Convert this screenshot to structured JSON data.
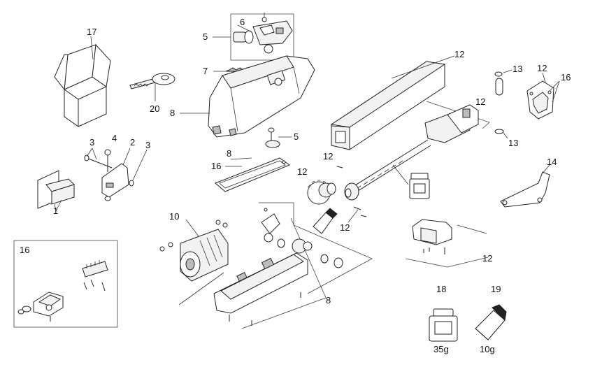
{
  "callouts": [
    {
      "id": "c17",
      "label": "17"
    },
    {
      "id": "c20",
      "label": "20"
    },
    {
      "id": "c5a",
      "label": "5"
    },
    {
      "id": "c6",
      "label": "6"
    },
    {
      "id": "c7",
      "label": "7"
    },
    {
      "id": "c8a",
      "label": "8"
    },
    {
      "id": "c5b",
      "label": "5"
    },
    {
      "id": "c8b",
      "label": "8"
    },
    {
      "id": "c16a",
      "label": "16"
    },
    {
      "id": "c3a",
      "label": "3"
    },
    {
      "id": "c4",
      "label": "4"
    },
    {
      "id": "c2",
      "label": "2"
    },
    {
      "id": "c3b",
      "label": "3"
    },
    {
      "id": "c1",
      "label": "1"
    },
    {
      "id": "c12a",
      "label": "12"
    },
    {
      "id": "c13a",
      "label": "13"
    },
    {
      "id": "c12b",
      "label": "12"
    },
    {
      "id": "c16b",
      "label": "16"
    },
    {
      "id": "c12c",
      "label": "12"
    },
    {
      "id": "c13b",
      "label": "13"
    },
    {
      "id": "c12d",
      "label": "12"
    },
    {
      "id": "c12e",
      "label": "12"
    },
    {
      "id": "c14",
      "label": "14"
    },
    {
      "id": "c12f",
      "label": "12"
    },
    {
      "id": "c10",
      "label": "10"
    },
    {
      "id": "c16c",
      "label": "16"
    },
    {
      "id": "c12g",
      "label": "12"
    },
    {
      "id": "c8c",
      "label": "8"
    },
    {
      "id": "c18",
      "label": "18"
    },
    {
      "id": "c19",
      "label": "19"
    }
  ],
  "quantities": {
    "grease_jar": "35g",
    "grease_tube": "10g"
  },
  "colors": {
    "line": "#222222",
    "part_fill": "#f2f2f2",
    "background": "#ffffff"
  }
}
